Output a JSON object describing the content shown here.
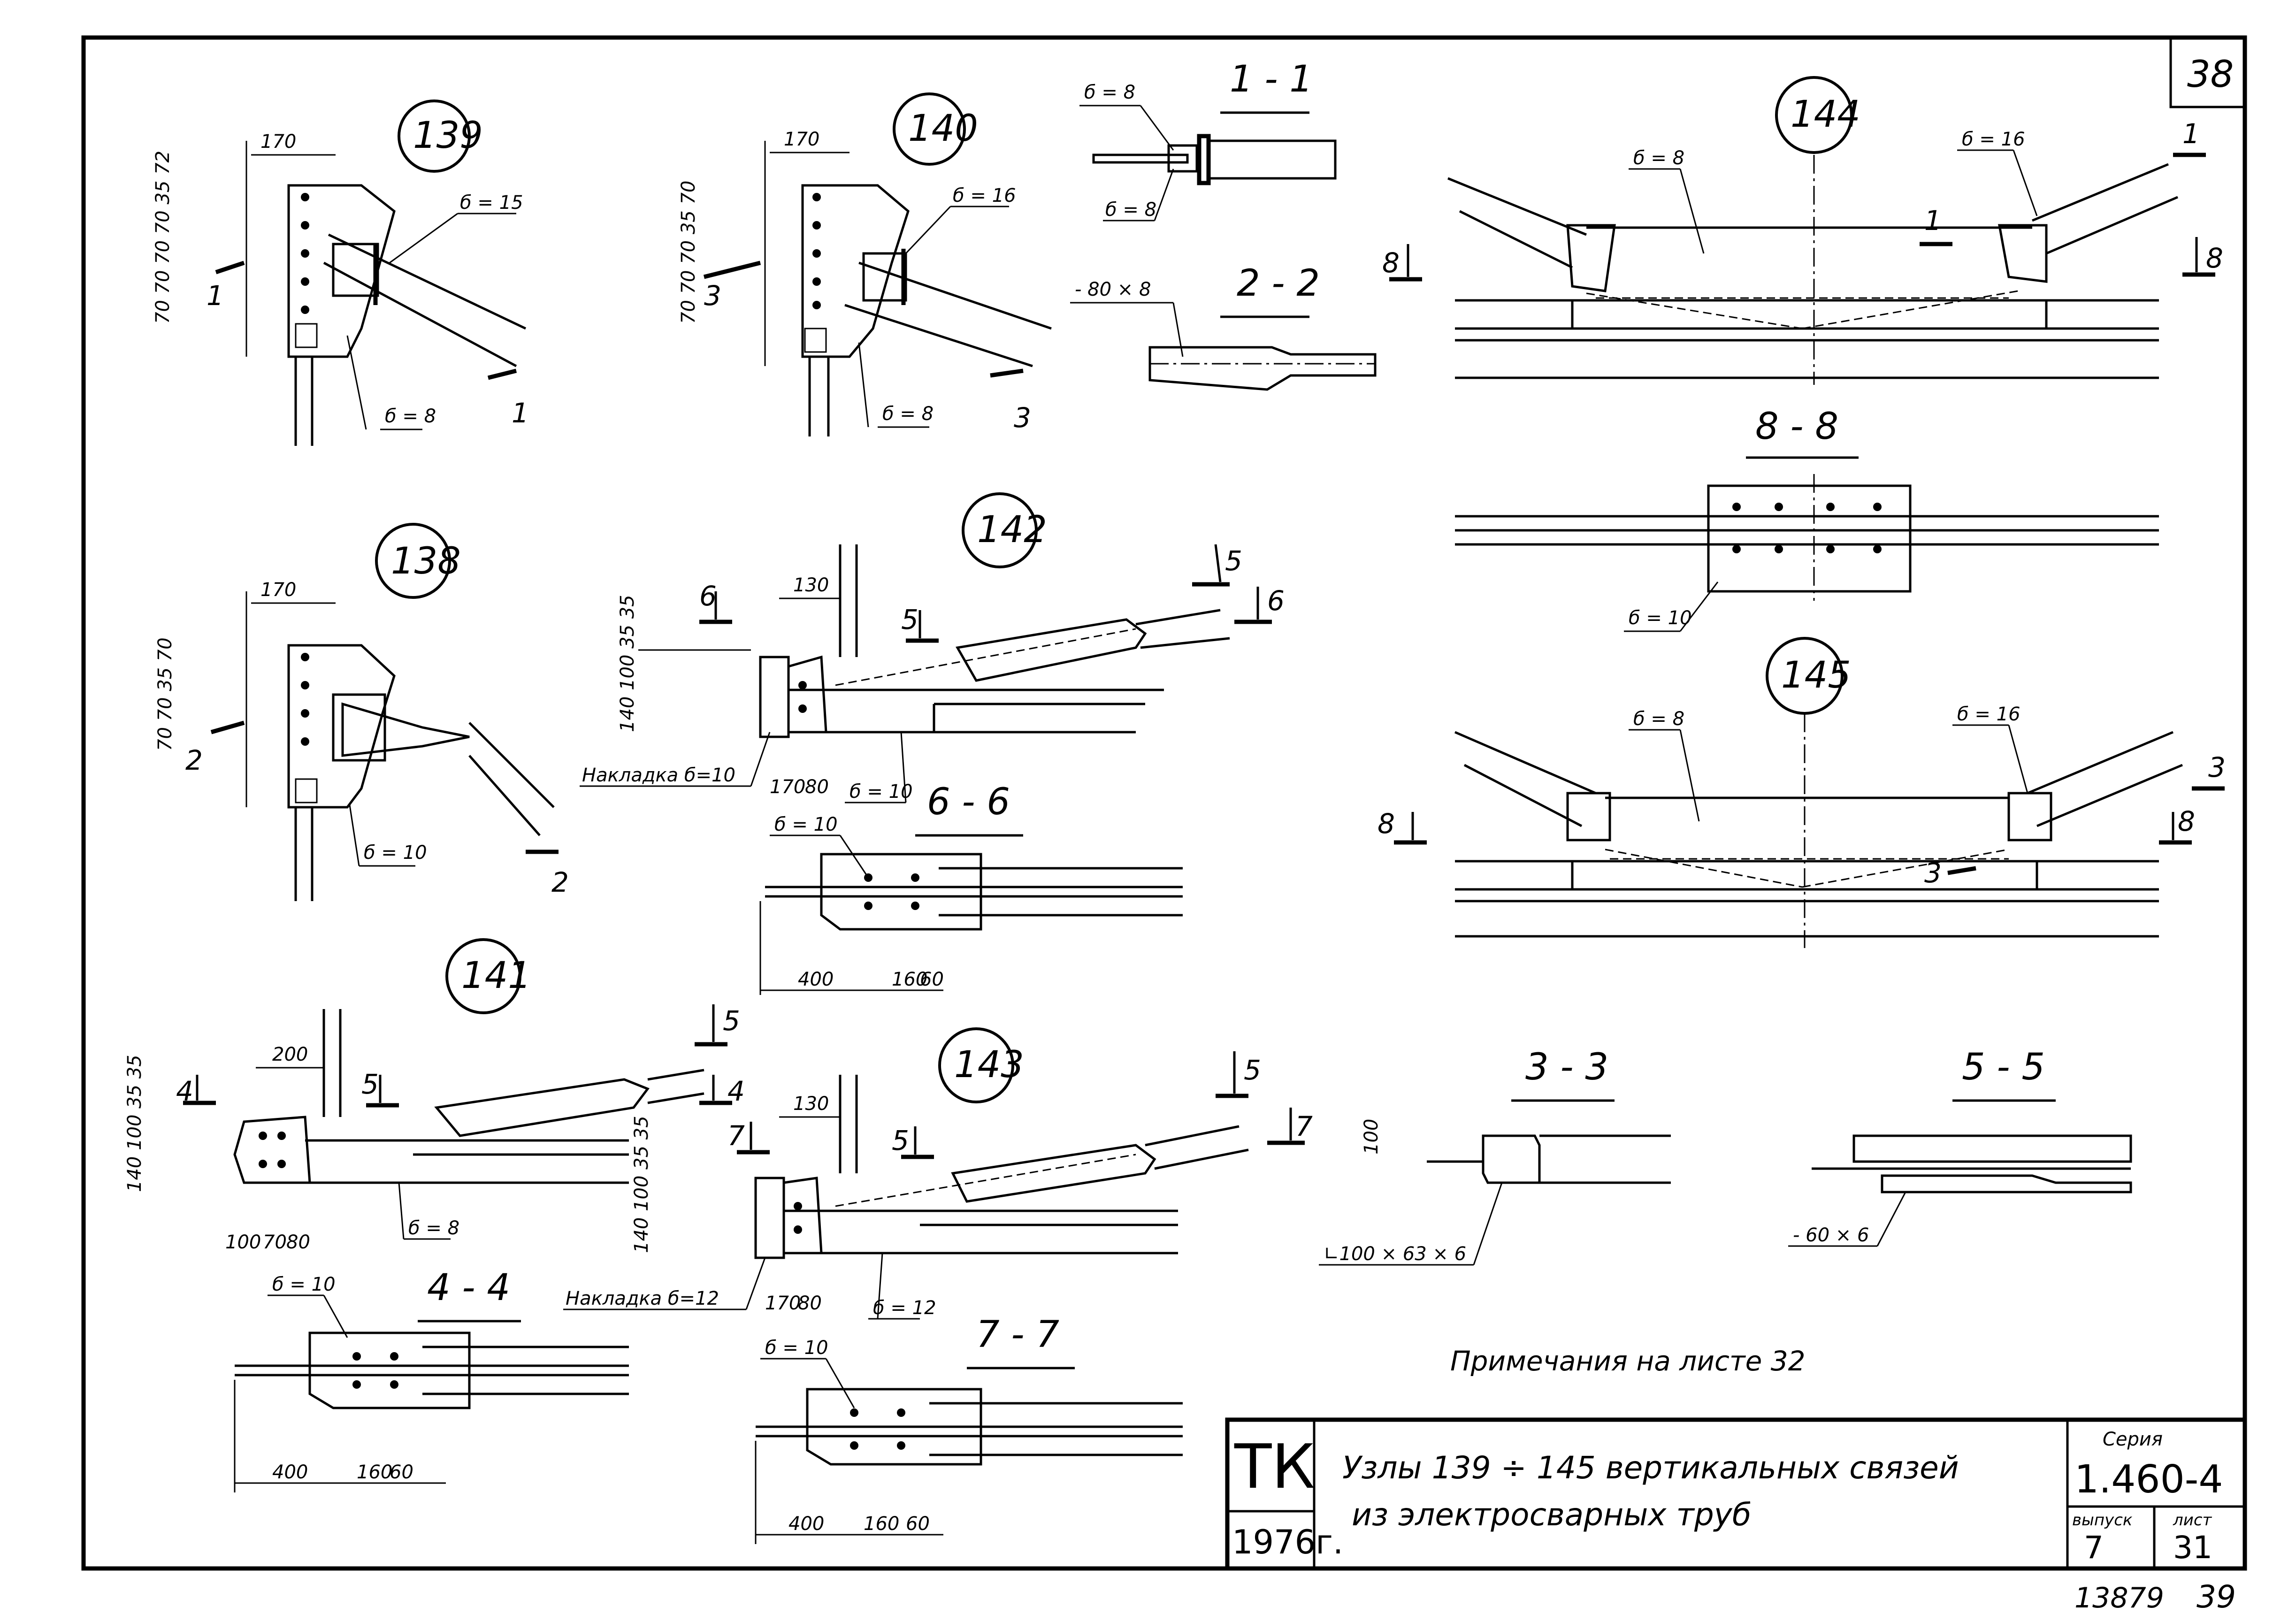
{
  "sheet": {
    "corner_number": "38",
    "bottom_stamp": "13879",
    "bottom_page": "39"
  },
  "nodes": {
    "n139": "139",
    "n140": "140",
    "n138": "138",
    "n142": "142",
    "n141": "141",
    "n143": "143",
    "n144": "144",
    "n145": "145"
  },
  "sections": {
    "s1_1": "1 - 1",
    "s2_2": "2 - 2",
    "s8_8": "8 - 8",
    "s6_6": "6 - 6",
    "s4_4": "4 - 4",
    "s7_7": "7 - 7",
    "s3_3": "3 - 3",
    "s5_5": "5 - 5"
  },
  "labels": {
    "d15": "б = 15",
    "d16": "б = 16",
    "d8": "б = 8",
    "d10": "б = 10",
    "d12": "б = 12",
    "plate80x8": "- 80 × 8",
    "plate60x6": "- 60 × 6",
    "angle": "∟100 × 63 × 6",
    "nakladka10": "Накладка б=10",
    "nakladka12": "Накладка б=12",
    "m1": "1",
    "m2": "2",
    "m3": "3",
    "m4": "4",
    "m5": "5",
    "m6": "6",
    "m7": "7",
    "m8": "8"
  },
  "dims": {
    "d170": "170",
    "d130": "130",
    "d200": "200",
    "d100": "100",
    "d140": "140",
    "d35": "35",
    "d70": "70",
    "d80": "80",
    "d400": "400",
    "d160": "160",
    "d60": "60",
    "stack139": "70 70 70 70 35 72",
    "stack140": "70 70 70 35 70",
    "stack138": "70 70 35 70",
    "stack142": "140 100 35 35"
  },
  "note": "Примечания на листе 32",
  "title_block": {
    "org": "ТК",
    "year": "1976г.",
    "title_line1": "Узлы 139 ÷ 145 вертикальных связей",
    "title_line2": "из электросварных труб",
    "series_label": "Серия",
    "series_value": "1.460-4",
    "issue_label": "выпуск",
    "issue_value": "7",
    "sheet_label": "лист",
    "sheet_value": "31"
  }
}
